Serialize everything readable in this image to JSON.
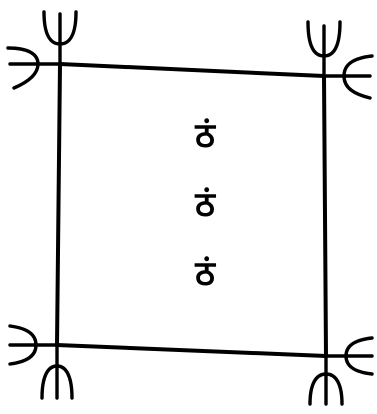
{
  "figure": {
    "center_syllables": [
      "ठं",
      "ठं",
      "ठं"
    ],
    "corner_symbols": [
      "trident-icon",
      "trident-icon",
      "trident-icon",
      "trident-icon"
    ],
    "ink_color": "#000000",
    "background_color": "#ffffff"
  }
}
